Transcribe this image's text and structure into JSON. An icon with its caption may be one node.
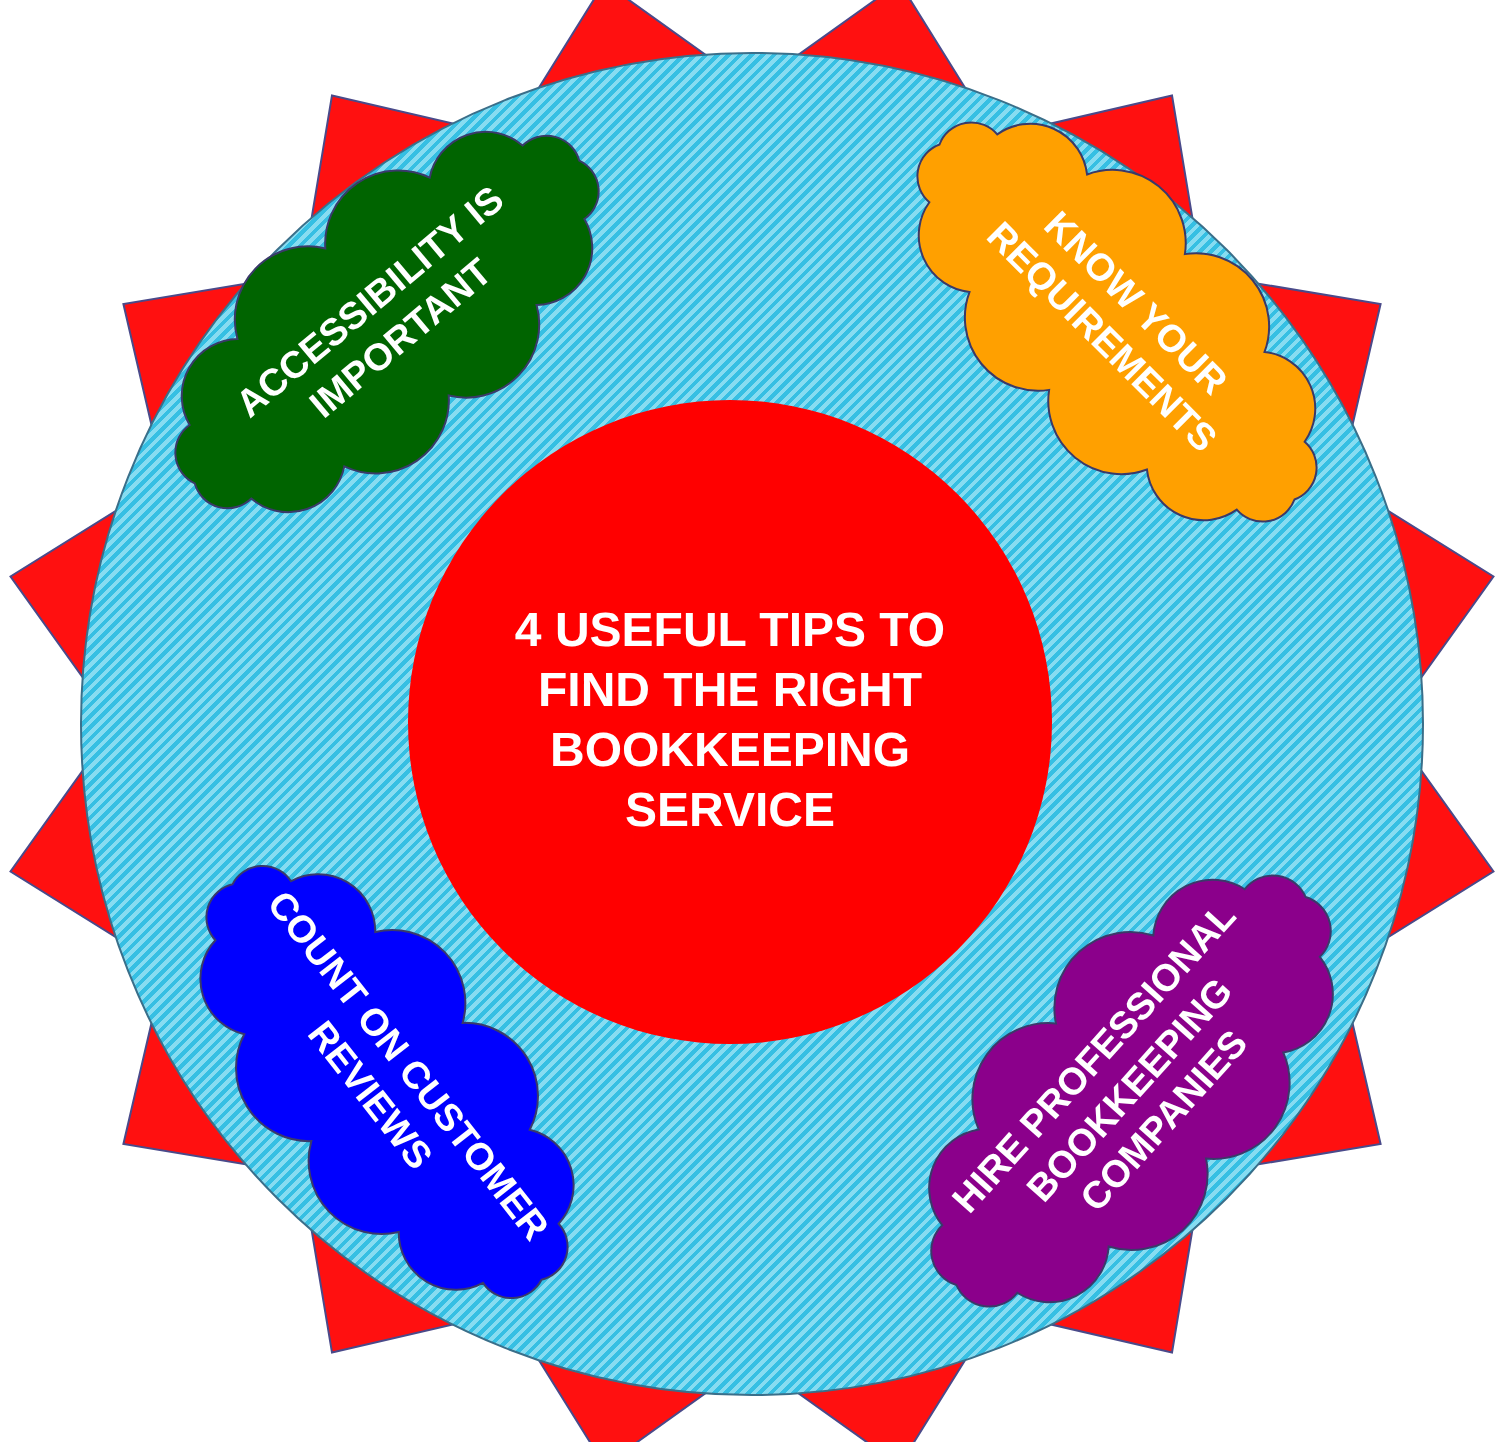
{
  "diagram": {
    "nodes": [
      {
        "text": [],
        "shape": "circle"
      },
      {
        "text": [
          "4 USEFUL TIPS TO FIND THE RIGHT BOOKKEEPING SERVICE"
        ],
        "in": 0
      },
      {
        "text": [
          "ACCESSIBILITY IS IMPORTANT"
        ],
        "in": 0
      },
      {
        "text": [
          "KNOW YOUR REQUIREMENTS"
        ],
        "in": 0
      },
      {
        "text": [
          "COUNT ON CUSTOMER REVIEWS"
        ],
        "in": 0
      },
      {
        "text": [
          "HIRE PROFESSIONAL BOOKKEEPING COMPANIES"
        ],
        "in": 0
      }
    ],
    "edges": []
  }
}
